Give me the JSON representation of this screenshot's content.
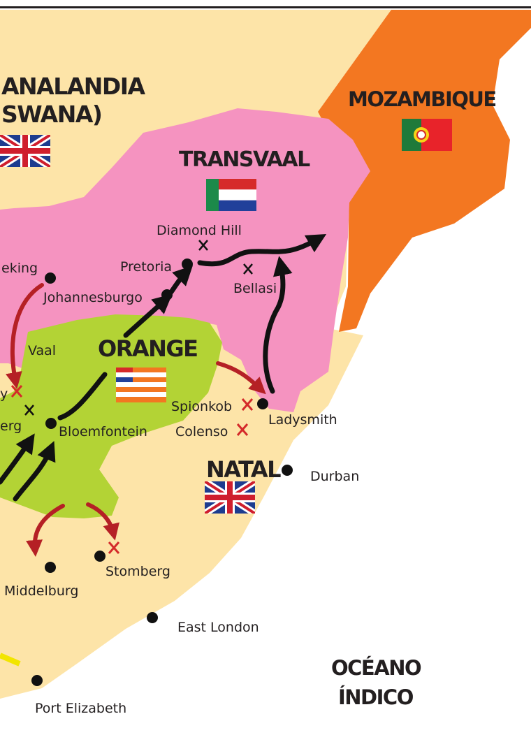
{
  "regions": {
    "bechuanaland_line1": "ANALANDIA",
    "bechuanaland_line2": "SWANA)",
    "transvaal": "TRANSVAAL",
    "mozambique": "MOZAMBIQUE",
    "orange": "ORANGE",
    "natal": "NATAL"
  },
  "ocean": {
    "line1": "OCÉANO",
    "line2": "ÍNDICO"
  },
  "cities": {
    "diamond_hill": "Diamond Hill",
    "pretoria": "Pretoria",
    "bellasi": "Bellasi",
    "johannesburgo": "Johannesburgo",
    "mafeking": "eking",
    "vaal": "Vaal",
    "kimberley": "y",
    "magersfontein": "erg",
    "bloemfontein": "Bloemfontein",
    "spionkob": "Spionkob",
    "ladysmith": "Ladysmith",
    "colenso": "Colenso",
    "durban": "Durban",
    "stomberg": "Stomberg",
    "middelburg": "Middelburg",
    "east_london": "East London",
    "port_elizabeth": "Port Elizabeth"
  },
  "colors": {
    "cape_land": "#fde4a8",
    "transvaal": "#f593c0",
    "orange_state": "#b3d335",
    "mozambique": "#f37721",
    "sea": "#ffffff",
    "british_routes": "#b52025",
    "boer_routes": "#111111",
    "battle_mark_british": "#d42a2a"
  },
  "icons": {
    "battle": "crossed-swords-icon",
    "city": "city-dot-icon",
    "flags": [
      "union-jack-flag-icon",
      "transvaal-flag-icon",
      "portugal-flag-icon",
      "orange-free-state-flag-icon"
    ]
  }
}
